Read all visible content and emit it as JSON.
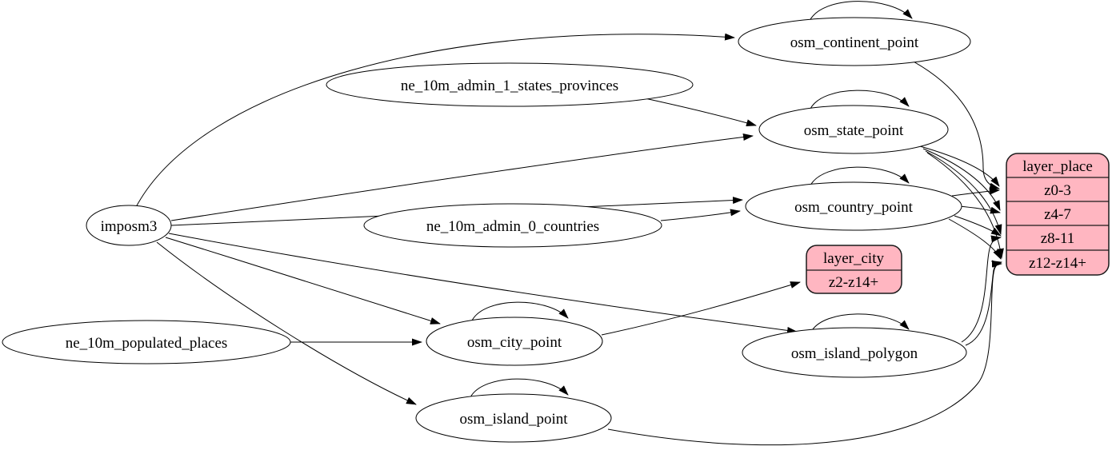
{
  "diagram": {
    "type": "etl-graph",
    "description": "data flow graph from source tables to map layers"
  },
  "colors": {
    "background": "#ffffff",
    "table_fill": "#ffffff",
    "record_fill": "#ffb6c1",
    "stroke": "#000000"
  },
  "nodes": {
    "imposm3": {
      "label": "imposm3"
    },
    "ne_10m_admin_1_states_provinces": {
      "label": "ne_10m_admin_1_states_provinces"
    },
    "ne_10m_admin_0_countries": {
      "label": "ne_10m_admin_0_countries"
    },
    "ne_10m_populated_places": {
      "label": "ne_10m_populated_places"
    },
    "osm_continent_point": {
      "label": "osm_continent_point"
    },
    "osm_state_point": {
      "label": "osm_state_point"
    },
    "osm_country_point": {
      "label": "osm_country_point"
    },
    "osm_city_point": {
      "label": "osm_city_point"
    },
    "osm_island_polygon": {
      "label": "osm_island_polygon"
    },
    "osm_island_point": {
      "label": "osm_island_point"
    }
  },
  "records": {
    "layer_city": {
      "title": "layer_city",
      "rows": [
        "z2-z14+"
      ]
    },
    "layer_place": {
      "title": "layer_place",
      "rows": [
        "z0-3",
        "z4-7",
        "z8-11",
        "z12-z14+"
      ]
    }
  },
  "edges": [
    {
      "from": "imposm3",
      "to": "osm_continent_point"
    },
    {
      "from": "imposm3",
      "to": "osm_state_point"
    },
    {
      "from": "imposm3",
      "to": "osm_country_point"
    },
    {
      "from": "imposm3",
      "to": "osm_city_point"
    },
    {
      "from": "imposm3",
      "to": "osm_island_polygon"
    },
    {
      "from": "imposm3",
      "to": "osm_island_point"
    },
    {
      "from": "ne_10m_admin_1_states_provinces",
      "to": "osm_state_point"
    },
    {
      "from": "ne_10m_admin_0_countries",
      "to": "osm_country_point"
    },
    {
      "from": "ne_10m_populated_places",
      "to": "osm_city_point"
    },
    {
      "from": "osm_continent_point",
      "to": "osm_continent_point"
    },
    {
      "from": "osm_state_point",
      "to": "osm_state_point"
    },
    {
      "from": "osm_country_point",
      "to": "osm_country_point"
    },
    {
      "from": "osm_city_point",
      "to": "osm_city_point"
    },
    {
      "from": "osm_island_polygon",
      "to": "osm_island_polygon"
    },
    {
      "from": "osm_island_point",
      "to": "osm_island_point"
    },
    {
      "from": "osm_city_point",
      "to": "layer_city",
      "to_row": "z2-z14+"
    },
    {
      "from": "osm_continent_point",
      "to": "layer_place",
      "to_row": "z0-3"
    },
    {
      "from": "osm_state_point",
      "to": "layer_place",
      "to_row": "z0-3"
    },
    {
      "from": "osm_state_point",
      "to": "layer_place",
      "to_row": "z4-7"
    },
    {
      "from": "osm_state_point",
      "to": "layer_place",
      "to_row": "z8-11"
    },
    {
      "from": "osm_state_point",
      "to": "layer_place",
      "to_row": "z12-z14+"
    },
    {
      "from": "osm_country_point",
      "to": "layer_place",
      "to_row": "z0-3"
    },
    {
      "from": "osm_country_point",
      "to": "layer_place",
      "to_row": "z4-7"
    },
    {
      "from": "osm_country_point",
      "to": "layer_place",
      "to_row": "z8-11"
    },
    {
      "from": "osm_country_point",
      "to": "layer_place",
      "to_row": "z12-z14+"
    },
    {
      "from": "osm_island_polygon",
      "to": "layer_place",
      "to_row": "z8-11"
    },
    {
      "from": "osm_island_polygon",
      "to": "layer_place",
      "to_row": "z12-z14+"
    },
    {
      "from": "osm_island_point",
      "to": "layer_place",
      "to_row": "z12-z14+"
    }
  ]
}
